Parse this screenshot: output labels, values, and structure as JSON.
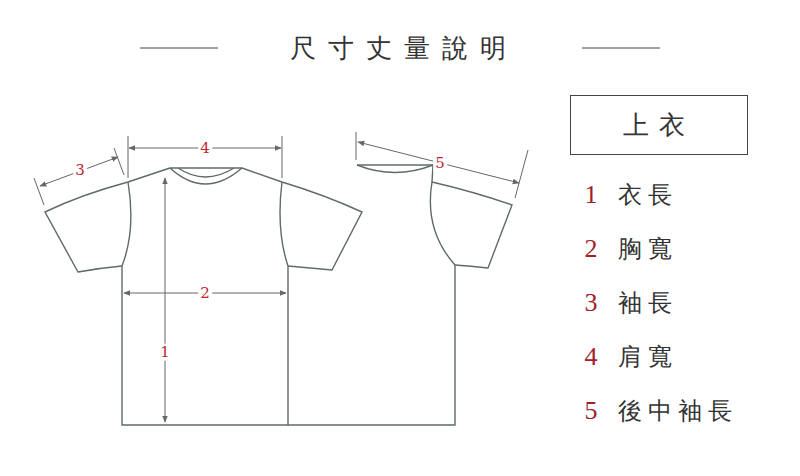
{
  "diagram": {
    "title": "尺寸丈量說明",
    "nodes": [
      {
        "text": [
          "上衣"
        ]
      }
    ],
    "labels": [
      "3",
      "4",
      "5",
      "2",
      "1",
      "1",
      "衣長",
      "2",
      "胸寬",
      "3",
      "袖長",
      "4",
      "肩寬",
      "5",
      "後中袖長"
    ]
  }
}
